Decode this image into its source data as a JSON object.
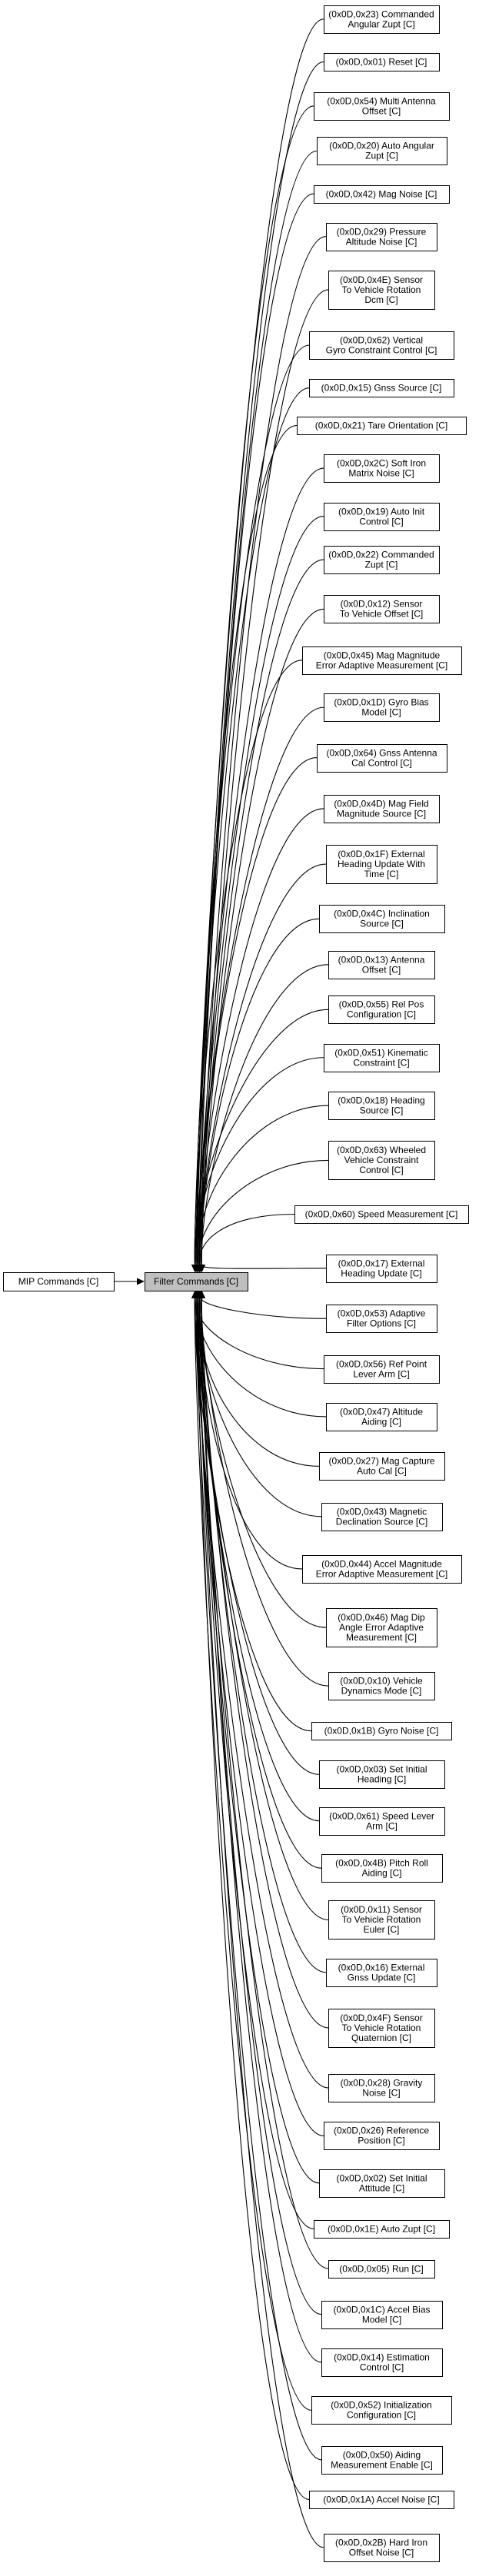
{
  "diagram": {
    "root": "MIP Commands [C]",
    "center": "Filter Commands [C]",
    "children": [
      [
        "(0x0D,0x23) Commanded",
        "Angular Zupt [C]"
      ],
      [
        "(0x0D,0x01) Reset [C]"
      ],
      [
        "(0x0D,0x54) Multi Antenna",
        "Offset [C]"
      ],
      [
        "(0x0D,0x20) Auto Angular",
        "Zupt [C]"
      ],
      [
        "(0x0D,0x42) Mag Noise [C]"
      ],
      [
        "(0x0D,0x29) Pressure",
        "Altitude Noise [C]"
      ],
      [
        "(0x0D,0x4E) Sensor",
        "To Vehicle Rotation",
        "Dcm [C]"
      ],
      [
        "(0x0D,0x62) Vertical",
        "Gyro Constraint Control [C]"
      ],
      [
        "(0x0D,0x15) Gnss Source [C]"
      ],
      [
        "(0x0D,0x21) Tare Orientation [C]"
      ],
      [
        "(0x0D,0x2C) Soft Iron",
        "Matrix Noise [C]"
      ],
      [
        "(0x0D,0x19) Auto Init",
        "Control [C]"
      ],
      [
        "(0x0D,0x22) Commanded",
        "Zupt [C]"
      ],
      [
        "(0x0D,0x12) Sensor",
        "To Vehicle Offset [C]"
      ],
      [
        "(0x0D,0x45) Mag Magnitude",
        "Error Adaptive Measurement [C]"
      ],
      [
        "(0x0D,0x1D) Gyro Bias",
        "Model [C]"
      ],
      [
        "(0x0D,0x64) Gnss Antenna",
        "Cal Control [C]"
      ],
      [
        "(0x0D,0x4D) Mag Field",
        "Magnitude Source [C]"
      ],
      [
        "(0x0D,0x1F) External",
        "Heading Update With",
        "Time [C]"
      ],
      [
        "(0x0D,0x4C) Inclination",
        "Source [C]"
      ],
      [
        "(0x0D,0x13) Antenna",
        "Offset [C]"
      ],
      [
        "(0x0D,0x55) Rel Pos",
        "Configuration [C]"
      ],
      [
        "(0x0D,0x51) Kinematic",
        "Constraint [C]"
      ],
      [
        "(0x0D,0x18) Heading",
        "Source [C]"
      ],
      [
        "(0x0D,0x63) Wheeled",
        "Vehicle Constraint",
        "Control [C]"
      ],
      [
        "(0x0D,0x60) Speed Measurement [C]"
      ],
      [
        "(0x0D,0x17) External",
        "Heading Update [C]"
      ],
      [
        "(0x0D,0x53) Adaptive",
        "Filter Options [C]"
      ],
      [
        "(0x0D,0x56) Ref Point",
        "Lever Arm [C]"
      ],
      [
        "(0x0D,0x47) Altitude",
        "Aiding [C]"
      ],
      [
        "(0x0D,0x27) Mag Capture",
        "Auto Cal [C]"
      ],
      [
        "(0x0D,0x43) Magnetic",
        "Declination Source [C]"
      ],
      [
        "(0x0D,0x44) Accel Magnitude",
        "Error Adaptive Measurement [C]"
      ],
      [
        "(0x0D,0x46) Mag Dip",
        "Angle Error Adaptive",
        "Measurement [C]"
      ],
      [
        "(0x0D,0x10) Vehicle",
        "Dynamics Mode [C]"
      ],
      [
        "(0x0D,0x1B) Gyro Noise [C]"
      ],
      [
        "(0x0D,0x03) Set Initial",
        "Heading [C]"
      ],
      [
        "(0x0D,0x61) Speed Lever",
        "Arm [C]"
      ],
      [
        "(0x0D,0x4B) Pitch Roll",
        "Aiding [C]"
      ],
      [
        "(0x0D,0x11) Sensor",
        "To Vehicle Rotation",
        "Euler [C]"
      ],
      [
        "(0x0D,0x16) External",
        "Gnss Update [C]"
      ],
      [
        "(0x0D,0x4F) Sensor",
        "To Vehicle Rotation",
        "Quaternion [C]"
      ],
      [
        "(0x0D,0x28) Gravity",
        "Noise [C]"
      ],
      [
        "(0x0D,0x26) Reference",
        "Position [C]"
      ],
      [
        "(0x0D,0x02) Set Initial",
        "Attitude [C]"
      ],
      [
        "(0x0D,0x1E) Auto Zupt [C]"
      ],
      [
        "(0x0D,0x05) Run [C]"
      ],
      [
        "(0x0D,0x1C) Accel Bias",
        "Model [C]"
      ],
      [
        "(0x0D,0x14) Estimation",
        "Control [C]"
      ],
      [
        "(0x0D,0x52) Initialization",
        "Configuration [C]"
      ],
      [
        "(0x0D,0x50) Aiding",
        "Measurement Enable [C]"
      ],
      [
        "(0x0D,0x1A) Accel Noise [C]"
      ],
      [
        "(0x0D,0x2B) Hard Iron",
        "Offset Noise [C]"
      ]
    ]
  }
}
